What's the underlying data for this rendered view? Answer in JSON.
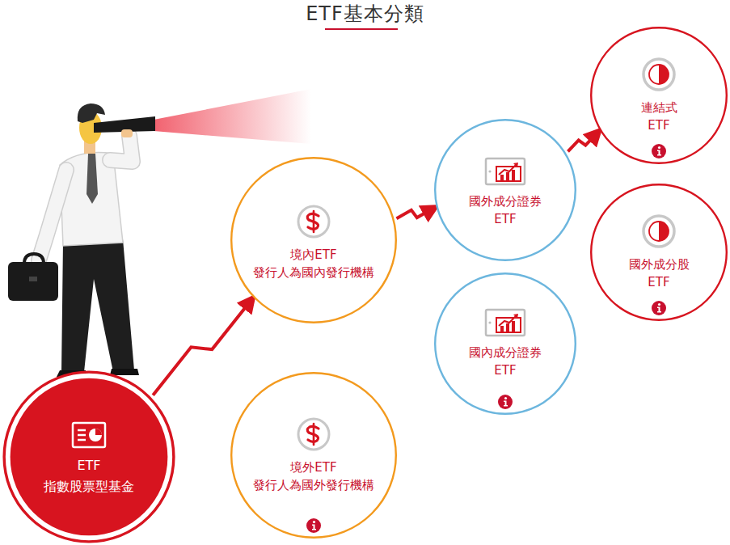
{
  "diagram": {
    "title": "ETF基本分類",
    "nodes": [
      {
        "text": [
          "ETF",
          "指數股票型基金"
        ]
      },
      {
        "text": [
          "境內ETF",
          "發行人為國內發行機構"
        ]
      },
      {
        "text": [
          "境外ETF",
          "發行人為國外發行機構"
        ]
      },
      {
        "text": [
          "國外成分證券 ETF"
        ]
      },
      {
        "text": [
          "國內成分證券 ETF"
        ]
      },
      {
        "text": [
          "連結式 ETF"
        ]
      },
      {
        "text": [
          "國外成分股 ETF"
        ]
      }
    ],
    "edges": [
      {
        "from": 0,
        "to": 1,
        "arrow": "to"
      },
      {
        "from": 1,
        "to": 3,
        "arrow": "to"
      },
      {
        "from": 3,
        "to": 5,
        "arrow": "to"
      }
    ]
  }
}
